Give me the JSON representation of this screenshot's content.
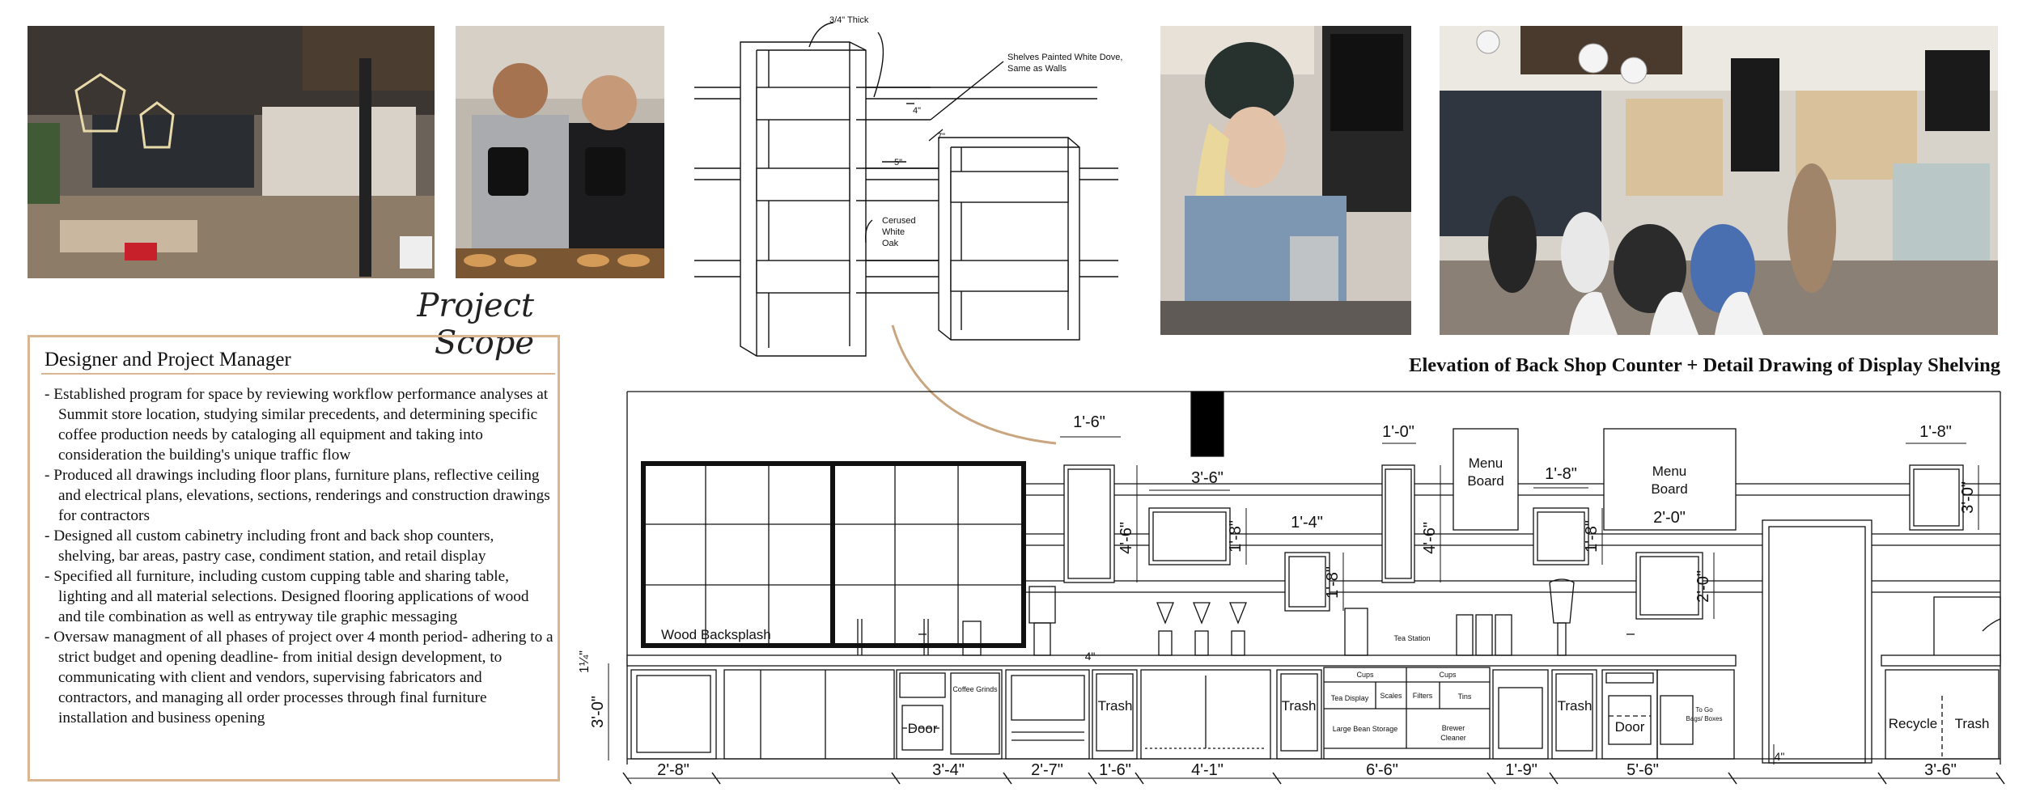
{
  "page": {
    "project_scope_title": "Project Scope",
    "scope": {
      "heading": "Designer and Project Manager",
      "items": [
        "Established program for space by reviewing workflow performance analyses at Summit store location, studying similar precedents, and determining specific coffee production needs by cataloging all equipment and taking into consideration the building's unique traffic flow",
        "Produced all drawings including floor plans, furniture plans, reflective ceiling and electrical plans, elevations, sections, renderings and construction drawings for contractors",
        "Designed all custom cabinetry including front and back shop counters, shelving, bar areas, pastry case, condiment station, and retail display",
        "Specified all furniture, including custom cupping table and sharing table, lighting and all material selections.  Designed flooring applications of wood and tile combination as well as entryway tile graphic messaging",
        "Oversaw managment of all phases of project over 4 month period- adhering to a strict budget and opening deadline- from initial design development, to communicating with client and vendors, supervising fabricators and contractors, and managing all order processes through final furniture installation and business opening"
      ]
    },
    "elevation_title": "Elevation of Back Shop Counter  +  Detail Drawing of Display Shelving",
    "shelf_detail": {
      "thick": "3/4\" Thick",
      "painted": "Shelves Painted White Dove,",
      "painted2": "Same as Walls",
      "dim_4": "4\"",
      "dim_7": "7\"",
      "dim_5": "5\"",
      "wood1": "Cerused",
      "wood2": "White",
      "wood3": "Oak"
    },
    "elevation": {
      "menu_board": [
        "Menu",
        "Board"
      ],
      "wood_backsplash": "Wood Backsplash",
      "coffee_grinds": "Coffee Grinds",
      "trash": "Trash",
      "door": "Door",
      "recycle": "Recycle",
      "tea_station": "Tea Station",
      "cups": "Cups",
      "tea_display": "Tea Display",
      "scales": "Scales",
      "filters": "Filters",
      "tins": "Tins",
      "large_bean_storage": "Large Bean Storage",
      "brewer_cleaner": [
        "Brewer",
        "Cleaner"
      ],
      "to_go_bags": [
        "To Go",
        "Bags/ Boxes"
      ],
      "dims_top": [
        "1'-6\"",
        "3'-6\"",
        "1'-4\"",
        "1'-0\"",
        "1'-8\"",
        "2'-0\"",
        "1'-8\""
      ],
      "dims_side": [
        "4'-6\"",
        "1'-8\"",
        "1'-8\"",
        "4'-6\"",
        "1'-8\"",
        "2'-0\"",
        "3'-0\""
      ],
      "dims_bottom": [
        "2'-8\"",
        "3'-4\"",
        "2'-7\"",
        "1'-6\"",
        "4'-1\"",
        "6'-6\"",
        "1'-9\"",
        "5'-6\"",
        "3'-6\""
      ],
      "dim_left_height": "3'-0\"",
      "dim_left_small": "1¼\"",
      "dim_4in": "4\"",
      "dim_4in_b": "4\""
    }
  }
}
